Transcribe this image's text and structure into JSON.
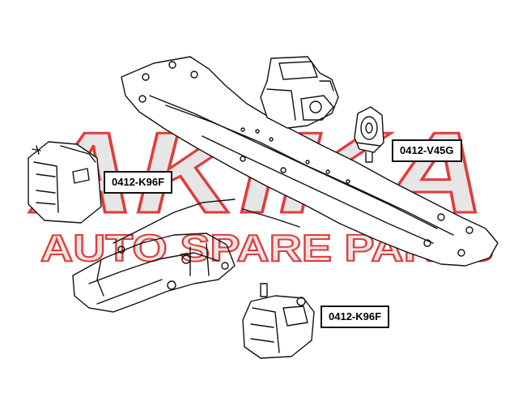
{
  "watermark": {
    "brand": "AKIKA",
    "tagline": "AUTO SPARE PARTS",
    "fill_color": "#e6e6e6",
    "outline_color": "#e23b3b"
  },
  "labels": [
    {
      "id": "v45g",
      "text": "0412-V45G"
    },
    {
      "id": "k96f_left",
      "text": "0412-K96F"
    },
    {
      "id": "k96f_bottom",
      "text": "0412-K96F"
    }
  ],
  "colors": {
    "line": "#111111",
    "background": "#ffffff"
  }
}
